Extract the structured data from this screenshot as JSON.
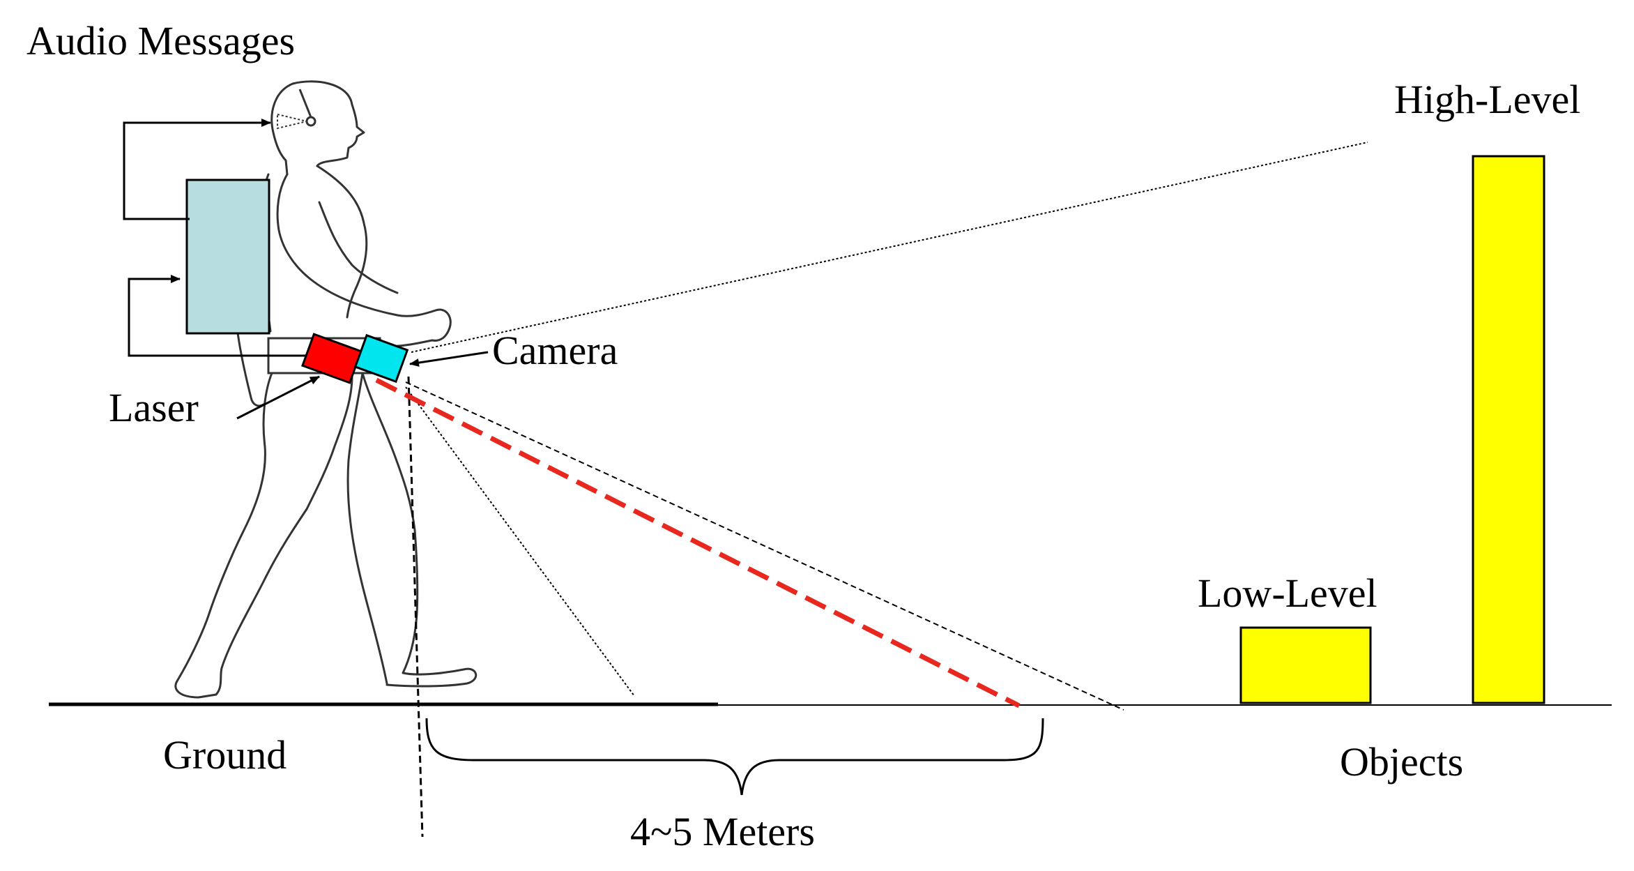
{
  "labels": {
    "audio_messages": "Audio Messages",
    "high_level": "High-Level",
    "camera": "Camera",
    "laser": "Laser",
    "low_level": "Low-Level",
    "ground": "Ground",
    "objects": "Objects",
    "distance": "4~5 Meters"
  },
  "colors": {
    "processing_unit": "#b7dde1",
    "laser_device": "#ff0000",
    "camera_device": "#00e5ee",
    "laser_beam": "#e8281e",
    "objects": "#ffff00",
    "outline": "#000000"
  },
  "icons": {
    "person": "walking-person-figure",
    "ear": "ear-icon"
  }
}
